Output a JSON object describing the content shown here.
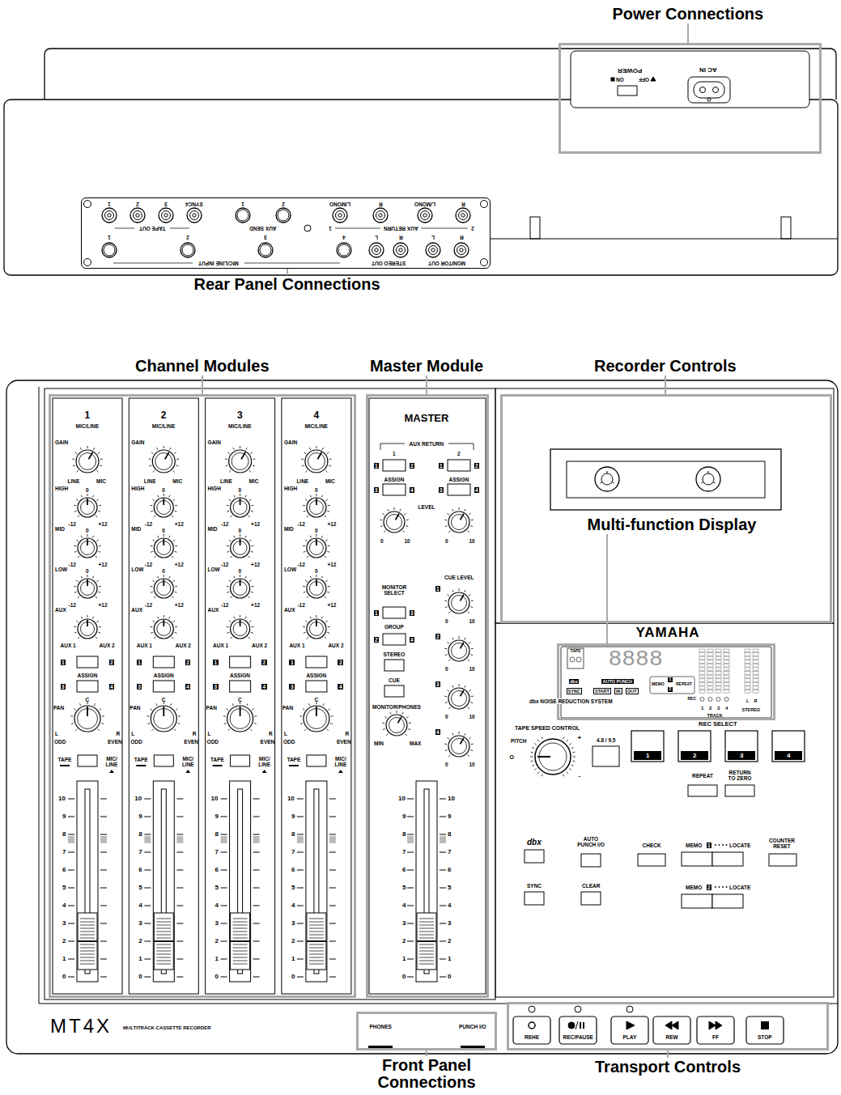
{
  "diagram": {
    "nodes": [
      {
        "text": [
          "Power Connections"
        ]
      },
      {
        "text": [
          "Rear Panel Connections"
        ]
      },
      {
        "text": [
          "Channel Modules"
        ]
      },
      {
        "text": [
          "Master Module"
        ]
      },
      {
        "text": [
          "Recorder Controls"
        ]
      },
      {
        "text": [
          "Multi-function Display"
        ]
      },
      {
        "text": [
          "Front Panel Connections"
        ]
      },
      {
        "text": [
          "Transport Controls"
        ]
      }
    ],
    "labels": [
      "POWER",
      "ON",
      "OFF",
      "AC IN",
      "1",
      "2",
      "3",
      "SYNC4",
      "TAPE OUT",
      "1",
      "2",
      "AUX SEND",
      "L/MONO",
      "R",
      "L/MONO",
      "R",
      "1",
      "AUX RETURN",
      "2",
      "1",
      "2",
      "3",
      "4",
      "MIC/LINE INPUT",
      "L",
      "R",
      "STEREO OUT",
      "L",
      "R",
      "MONITOR OUT",
      "1",
      "MIC/LINE",
      "GAIN",
      "LINE",
      "MIC",
      "HIGH",
      "0",
      "-12",
      "+12",
      "MID",
      "0",
      "-12",
      "+12",
      "LOW",
      "0",
      "-12",
      "+12",
      "AUX",
      "AUX 1",
      "AUX 2",
      "1",
      "2",
      "ASSIGN",
      "3",
      "4",
      "PAN",
      "C",
      "L",
      "ODD",
      "R",
      "EVEN",
      "TAPE",
      "MIC/ LINE",
      "10",
      "9",
      "8",
      "7",
      "6",
      "5",
      "4",
      "3",
      "2",
      "1",
      "0",
      "2",
      "MIC/LINE",
      "GAIN",
      "LINE",
      "MIC",
      "HIGH",
      "0",
      "-12",
      "+12",
      "MID",
      "0",
      "-12",
      "+12",
      "LOW",
      "0",
      "-12",
      "+12",
      "AUX",
      "AUX 1",
      "AUX 2",
      "1",
      "2",
      "ASSIGN",
      "3",
      "4",
      "PAN",
      "C",
      "L",
      "ODD",
      "R",
      "EVEN",
      "TAPE",
      "MIC/ LINE",
      "10",
      "9",
      "8",
      "7",
      "6",
      "5",
      "4",
      "3",
      "2",
      "1",
      "0",
      "3",
      "MIC/LINE",
      "GAIN",
      "LINE",
      "MIC",
      "HIGH",
      "0",
      "-12",
      "+12",
      "MID",
      "0",
      "-12",
      "+12",
      "LOW",
      "0",
      "-12",
      "+12",
      "AUX",
      "AUX 1",
      "AUX 2",
      "1",
      "2",
      "ASSIGN",
      "3",
      "4",
      "PAN",
      "C",
      "L",
      "ODD",
      "R",
      "EVEN",
      "TAPE",
      "MIC/ LINE",
      "10",
      "9",
      "8",
      "7",
      "6",
      "5",
      "4",
      "3",
      "2",
      "1",
      "0",
      "4",
      "MIC/LINE",
      "GAIN",
      "LINE",
      "MIC",
      "HIGH",
      "0",
      "-12",
      "+12",
      "MID",
      "0",
      "-12",
      "+12",
      "LOW",
      "0",
      "-12",
      "+12",
      "AUX",
      "AUX 1",
      "AUX 2",
      "1",
      "2",
      "ASSIGN",
      "3",
      "4",
      "PAN",
      "C",
      "L",
      "ODD",
      "R",
      "EVEN",
      "TAPE",
      "MIC/ LINE",
      "10",
      "9",
      "8",
      "7",
      "6",
      "5",
      "4",
      "3",
      "2",
      "1",
      "0",
      "MASTER",
      "AUX RETURN",
      "1",
      "2",
      "1",
      "2",
      "ASSIGN",
      "3",
      "4",
      "1",
      "2",
      "ASSIGN",
      "3",
      "4",
      "LEVEL",
      "0",
      "10",
      "0",
      "10",
      "MONITOR SELECT",
      "1",
      "3",
      "GROUP",
      "2",
      "4",
      "STEREO",
      "CUE",
      "MONITOR/PHONES",
      "MIN",
      "MAX",
      "CUE LEVEL",
      "1",
      "0",
      "10",
      "2",
      "0",
      "10",
      "3",
      "0",
      "10",
      "4",
      "0",
      "10",
      "10",
      "9",
      "8",
      "7",
      "6",
      "5",
      "4",
      "3",
      "2",
      "1",
      "0",
      "10",
      "9",
      "8",
      "7",
      "6",
      "5",
      "4",
      "3",
      "2",
      "1",
      "0",
      "YAMAHA",
      "TAPE",
      "8888",
      "dbx",
      "AUTO PUNCH",
      "SYNC",
      "START",
      "IN",
      "OUT",
      "MEMO",
      "1",
      "2",
      "REPEAT",
      "REC",
      "1",
      "2",
      "3",
      "4",
      "TRACK",
      "L",
      "R",
      "STEREO",
      "dbx NOISE REDUCTION SYSTEM",
      "TAPE SPEED CONTROL",
      "PITCH",
      "O",
      "+",
      "-",
      "4.8 / 9.5",
      "REC SELECT",
      "1",
      "2",
      "3",
      "4",
      "REPEAT",
      "RETURN TO ZERO",
      "dbx",
      "AUTO PUNCH I/O",
      "CHECK",
      "MEMO",
      "1",
      "LOCATE",
      "COUNTER RESET",
      "SYNC",
      "CLEAR",
      "MEMO",
      "2",
      "LOCATE",
      "MT4X",
      "MULTITRACK CASSETTE RECORDER",
      "PHONES",
      "PUNCH I/O",
      "REHE",
      "REC/PAUSE",
      "PLAY",
      "REW",
      "FF",
      "STOP"
    ]
  }
}
